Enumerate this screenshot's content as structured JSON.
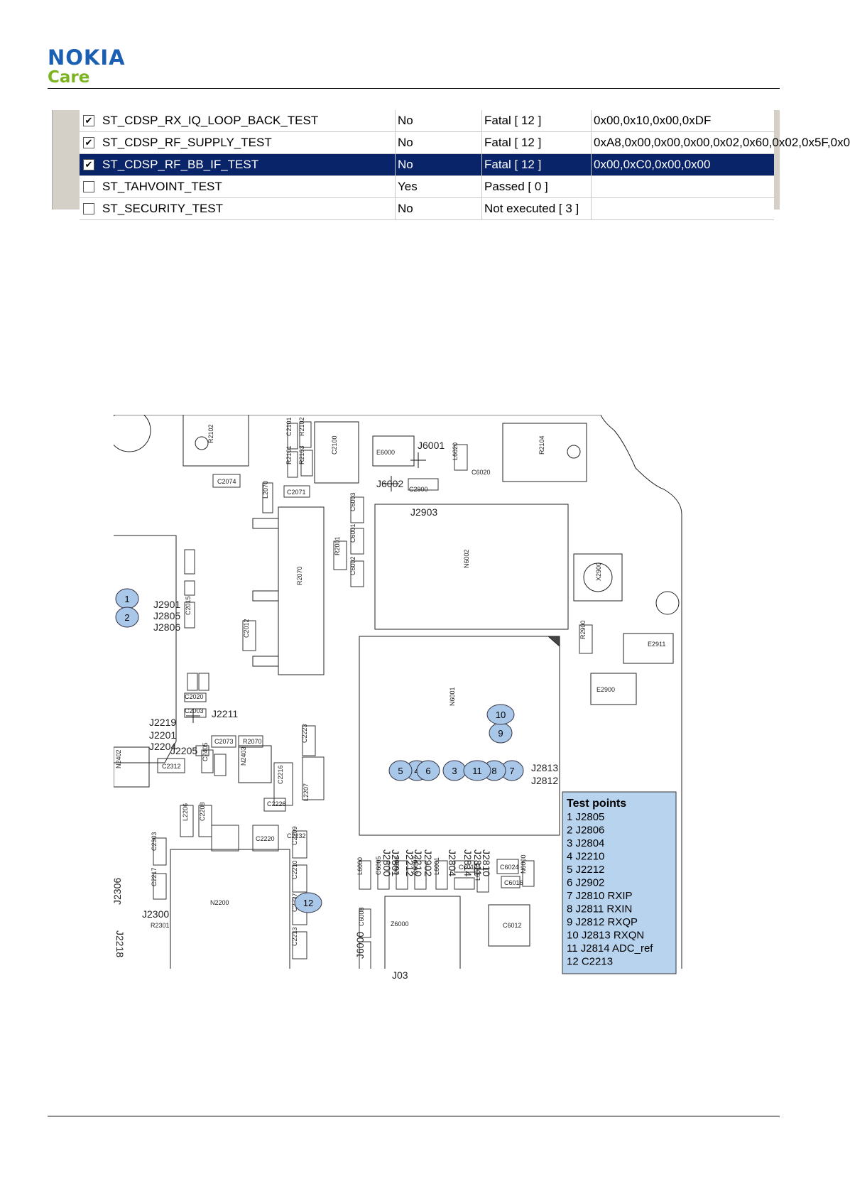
{
  "header": {
    "brand": "NOKIA",
    "sub": "Care"
  },
  "table": {
    "rows": [
      {
        "checked": "✔",
        "test": "ST_CDSP_RX_IQ_LOOP_BACK_TEST",
        "flag": "No",
        "result": "Fatal  [ 12 ]",
        "data": "0x00,0x10,0x00,0xDF"
      },
      {
        "checked": "✔",
        "test": "ST_CDSP_RF_SUPPLY_TEST",
        "flag": "No",
        "result": "Fatal  [ 12 ]",
        "data": "0xA8,0x00,0x00,0x00,0x02,0x60,0x02,0x5F,0x0"
      },
      {
        "checked": "✔",
        "test": "ST_CDSP_RF_BB_IF_TEST",
        "flag": "No",
        "result": "Fatal  [ 12 ]",
        "data": "0x00,0xC0,0x00,0x00"
      },
      {
        "checked": "",
        "test": "ST_TAHVOINT_TEST",
        "flag": "Yes",
        "result": "Passed  [ 0 ]",
        "data": ""
      },
      {
        "checked": "",
        "test": "ST_SECURITY_TEST",
        "flag": "No",
        "result": "Not executed  [ 3 ]",
        "data": ""
      }
    ]
  },
  "diagram": {
    "components": [
      "R2102",
      "C2101",
      "R2102",
      "R2101",
      "R2103",
      "C2100",
      "E6000",
      "J6001",
      "L6020",
      "C6020",
      "R2104",
      "C2074",
      "L2070",
      "C2071",
      "J6002",
      "C2900",
      "J2903",
      "C6003",
      "C6001",
      "C6002",
      "R2070",
      "R2001",
      "N6002",
      "X2900",
      "J2901",
      "J2805",
      "J2806",
      "C2015",
      "C2012",
      "R2900",
      "E2911",
      "E2900",
      "C2020",
      "C2003",
      "J2219",
      "J2201",
      "J2204",
      "J2211",
      "N6001",
      "C2073",
      "R2070",
      "J2205",
      "N2402",
      "C2312",
      "C2405",
      "N2403",
      "C2216",
      "C2223",
      "C2226",
      "C2220",
      "C2232",
      "L2206",
      "C2208",
      "L2207",
      "J2813",
      "J2812",
      "J2800",
      "J2801",
      "J2212",
      "J2210",
      "J2902",
      "J2804",
      "J2814",
      "J2811",
      "J2810",
      "C2303",
      "C2217",
      "J2300",
      "J2306",
      "J2218",
      "R2301",
      "N2200",
      "C2209",
      "C2210",
      "C2227",
      "C2213",
      "L6000",
      "C6005",
      "C6003",
      "C6007",
      "L6001",
      "C6017",
      "L6002",
      "C6024",
      "C6016",
      "N6000",
      "Z6000",
      "C6012",
      "C6008",
      "J6000",
      "J03"
    ],
    "markers": [
      "1",
      "2",
      "3",
      "4",
      "5",
      "6",
      "7",
      "8",
      "9",
      "10",
      "11",
      "12"
    ],
    "legend": {
      "title": "Test points",
      "items": [
        "1 J2805",
        "2 J2806",
        "3 J2804",
        "4 J2210",
        "5 J2212",
        "6 J2902",
        "7 J2810 RXIP",
        "8 J2811 RXIN",
        "9 J2812 RXQP",
        "10 J2813 RXQN",
        "11 J2814 ADC_ref",
        "12 C2213"
      ]
    }
  },
  "colors": {
    "brand": "#1b5fb3",
    "care": "#7bb41f",
    "selection": "#0a246a",
    "marker": "#a9c7e8",
    "legend_bg": "#b8d3ee"
  }
}
